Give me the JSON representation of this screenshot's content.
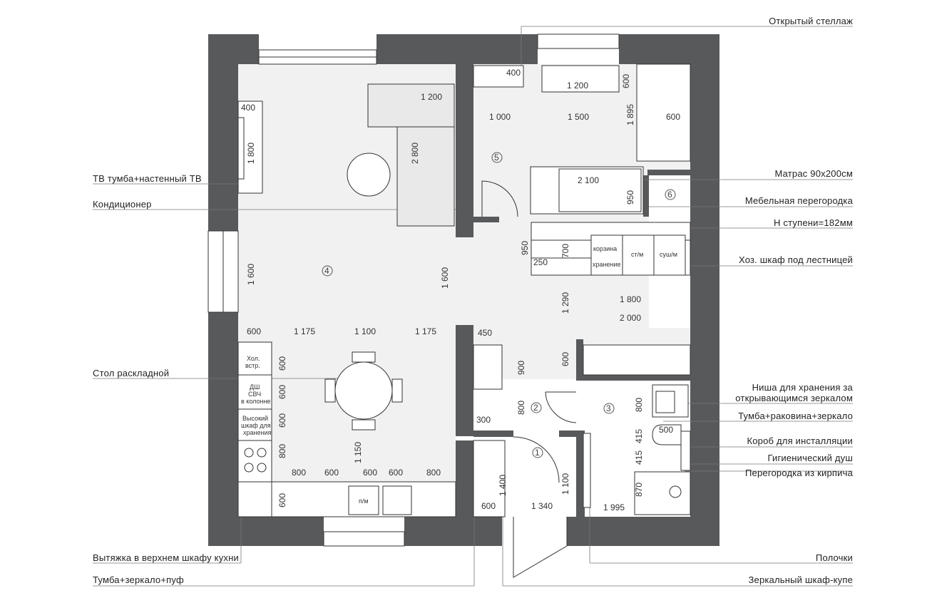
{
  "labels_left": [
    {
      "id": "tv",
      "text": "ТВ тумба+настенный ТВ"
    },
    {
      "id": "ac",
      "text": "Кондиционер"
    },
    {
      "id": "table",
      "text": "Стол раскладной"
    },
    {
      "id": "hood",
      "text": "Вытяжка в верхнем шкафу кухни"
    },
    {
      "id": "vanity",
      "text": "Тумба+зеркало+пуф"
    }
  ],
  "labels_right": [
    {
      "id": "shelf",
      "text": "Открытый стеллаж"
    },
    {
      "id": "mattress",
      "text": "Матрас 90х200см"
    },
    {
      "id": "partition",
      "text": "Мебельная перегородка"
    },
    {
      "id": "step",
      "text": "Н ступени=182мм"
    },
    {
      "id": "understair",
      "text": "Хоз. шкаф под лестницей"
    },
    {
      "id": "niche",
      "text": "Ниша для хранения за"
    },
    {
      "id": "niche2",
      "text": "открывающимся зеркалом"
    },
    {
      "id": "sink",
      "text": "Тумба+раковина+зеркало"
    },
    {
      "id": "install",
      "text": "Короб для инсталляции"
    },
    {
      "id": "hyg",
      "text": "Гигиенический душ"
    },
    {
      "id": "brick",
      "text": "Перегородка из кирпича"
    },
    {
      "id": "shelves",
      "text": "Полочки"
    },
    {
      "id": "mirror",
      "text": "Зеркальный шкаф-купе"
    }
  ],
  "room_numbers": [
    "1",
    "2",
    "3",
    "4",
    "5",
    "6"
  ],
  "dims": {
    "d400a": "400",
    "d1800": "1 800",
    "d1200a": "1 200",
    "d2800": "2 800",
    "d1600a": "1 600",
    "d1600b": "1 600",
    "d600a": "600",
    "d1175a": "1 175",
    "d1100": "1 100",
    "d1175b": "1 175",
    "d600b": "600",
    "d600c": "600",
    "d600d": "600",
    "d800a": "800",
    "d1150": "1 150",
    "d800b": "800",
    "d600e": "600",
    "d600f": "600",
    "d600g": "600",
    "d800c": "800",
    "d600h": "600",
    "d400b": "400",
    "d1200b": "1 200",
    "d1000": "1 000",
    "d1500": "1 500",
    "d600i": "600",
    "d1895": "1 895",
    "d600j": "600",
    "d2100": "2 100",
    "d950a": "950",
    "d950b": "950",
    "d700": "700",
    "d250": "250",
    "d1800b": "1 800",
    "d1290": "1 290",
    "d2000": "2 000",
    "d450": "450",
    "d900": "900",
    "d600k": "600",
    "d300": "300",
    "d800d": "800",
    "d800e": "800",
    "d500": "500",
    "d415a": "415",
    "d415b": "415",
    "d870": "870",
    "d1995": "1 995",
    "d1340": "1 340",
    "d1400": "1 400",
    "d1100b": "1 100",
    "d600l": "600"
  },
  "text_items": {
    "hol": "Хол.",
    "hol2": "встр.",
    "dsh": "ДШ",
    "svch": "СВЧ",
    "vkol": "в колонне",
    "vys": "Высокий",
    "shkaf": "шкаф для",
    "hran": "хранения",
    "pm": "п/м",
    "korz": "корзина",
    "korz2": "хранение",
    "stm": "ст/м",
    "sush": "суш/м"
  },
  "colors": {
    "wall": "#58595b",
    "floor": "#f1f1f2",
    "line": "#333333",
    "lead": "#777777"
  }
}
